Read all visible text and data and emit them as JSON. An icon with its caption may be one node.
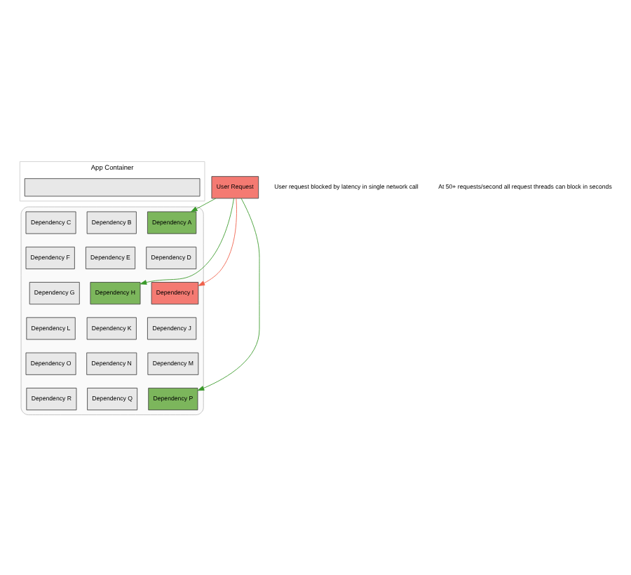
{
  "diagram": {
    "nodes": [
      {
        "text": [
          "App Container"
        ]
      },
      {
        "text": [],
        "shape": "box",
        "in": 0
      },
      {
        "text": [
          "User Request"
        ]
      },
      {
        "text": [],
        "shape": "cloud"
      },
      {
        "text": [
          "Dependency A"
        ],
        "in": 3
      },
      {
        "text": [
          "Dependency B"
        ],
        "in": 3
      },
      {
        "text": [
          "Dependency C"
        ],
        "in": 3
      },
      {
        "text": [
          "Dependency D"
        ],
        "in": 3
      },
      {
        "text": [
          "Dependency E"
        ],
        "in": 3
      },
      {
        "text": [
          "Dependency F"
        ],
        "in": 3
      },
      {
        "text": [
          "Dependency G"
        ],
        "in": 3
      },
      {
        "text": [
          "Dependency H"
        ],
        "in": 3
      },
      {
        "text": [
          "Dependency I"
        ],
        "in": 3
      },
      {
        "text": [
          "Dependency J"
        ],
        "in": 3
      },
      {
        "text": [
          "Dependency K"
        ],
        "in": 3
      },
      {
        "text": [
          "Dependency L"
        ],
        "in": 3
      },
      {
        "text": [
          "Dependency M"
        ],
        "in": 3
      },
      {
        "text": [
          "Dependency N"
        ],
        "in": 3
      },
      {
        "text": [
          "Dependency O"
        ],
        "in": 3
      },
      {
        "text": [
          "Dependency P"
        ],
        "in": 3
      },
      {
        "text": [
          "Dependency Q"
        ],
        "in": 3
      },
      {
        "text": [
          "Dependency R"
        ],
        "in": 3
      }
    ],
    "edges": [
      {
        "from": 2,
        "to": 4,
        "arrow": "to"
      },
      {
        "from": 2,
        "to": 11,
        "arrow": "to"
      },
      {
        "from": 2,
        "to": 19,
        "arrow": "to"
      },
      {
        "from": 2,
        "to": 12,
        "arrow": "to",
        "color": "#f0604a"
      }
    ],
    "labels": [
      "User request blocked by latency in single network call",
      "At 50+ requests/second all request threads can block in seconds"
    ]
  }
}
